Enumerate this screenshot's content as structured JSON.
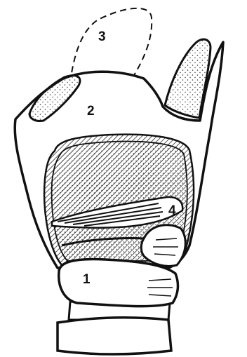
{
  "figure": {
    "labels": [
      {
        "id": "cricoid",
        "text": "1"
      },
      {
        "id": "thyroid",
        "text": "2"
      },
      {
        "id": "epiglottis",
        "text": "3"
      },
      {
        "id": "arytenoid",
        "text": "4"
      }
    ],
    "colors": {
      "ink": "#111111",
      "stipple": "#333333",
      "background": "#ffffff"
    }
  }
}
